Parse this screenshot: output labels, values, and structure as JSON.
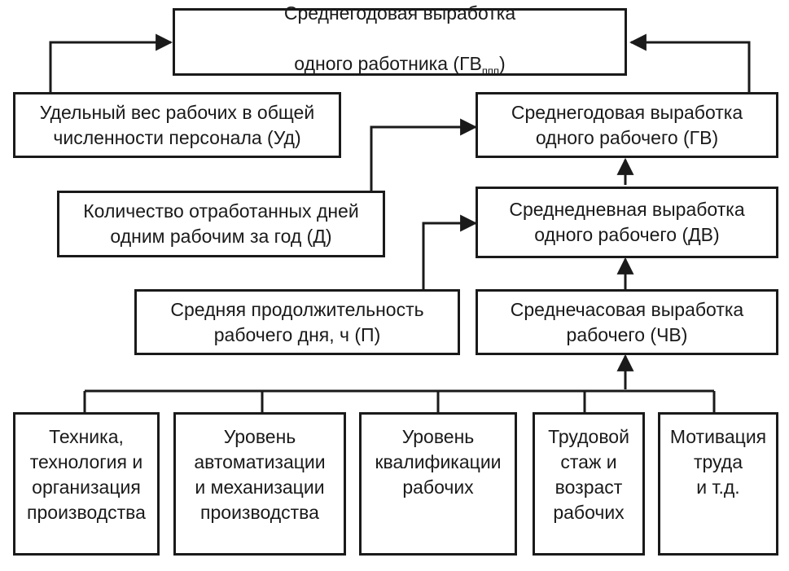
{
  "boxes": {
    "annual_per_worker": {
      "line1": "Среднегодовая выработка",
      "line2_main": "одного работника (ГВ",
      "line2_sub": "ппп",
      "line2_end": ")"
    },
    "share_of_workers": "Удельный вес рабочих в общей\nчисленности персонала (Уд)",
    "annual_per_laborer": "Среднегодовая выработка\nодного рабочего (ГВ)",
    "days_worked": "Количество отработанных дней\nодним рабочим за год (Д)",
    "daily_output": "Среднедневная выработка\nодного рабочего (ДВ)",
    "workday_length": "Средняя продолжительность\nрабочего дня, ч (П)",
    "hourly_output": "Среднечасовая выработка\nрабочего (ЧВ)",
    "factor_tech": "Техника,\nтехнология и\nорганизация\nпроизводства",
    "factor_automation": "Уровень\nавтоматизации\nи механизации\nпроизводства",
    "factor_qualification": "Уровень\nквалификации\nрабочих",
    "factor_experience": "Трудовой\nстаж и\nвозраст\nрабочих",
    "factor_motivation": "Мотивация\nтруда\nи т.д."
  }
}
